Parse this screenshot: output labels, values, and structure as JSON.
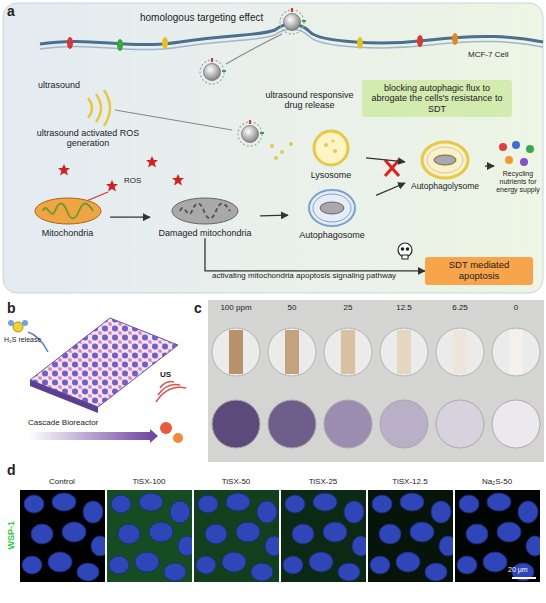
{
  "diagram": {
    "nodes": [
      {
        "text": [
          "Mitochondria"
        ]
      },
      {
        "text": [
          "Damaged mitochondria"
        ]
      },
      {
        "text": [
          "Lysosome"
        ]
      },
      {
        "text": [
          "Autophagosome"
        ]
      },
      {
        "text": [
          "Autophagolysome"
        ]
      },
      {
        "text": [
          "blocking autophagic flux to abrogate the cells's resistance to SDT"
        ]
      },
      {
        "text": [
          "Recycling nutrients for energy supply"
        ]
      },
      {
        "text": [
          "SDT mediated apoptosis"
        ]
      }
    ],
    "edges": [
      {
        "from": 0,
        "to": 1,
        "arrow": "to"
      },
      {
        "from": 1,
        "to": 3,
        "arrow": "to"
      },
      {
        "from": 2,
        "to": 4,
        "arrow": "to"
      },
      {
        "from": 3,
        "to": 4,
        "arrow": "to"
      },
      {
        "from": 4,
        "to": 6,
        "arrow": "to"
      },
      {
        "from": 1,
        "to": 7,
        "arrow": "to",
        "label": "activating mitochondria apoptosis signaling pathway"
      }
    ],
    "labels": [
      "a",
      "homologous targeting effect",
      "MCF-7 Cell",
      "ultrasound",
      "ultrasound activated ROS generation",
      "ultrasound responsive drug release",
      "ROS",
      "b",
      "H₂S release",
      "US",
      "Cascade Bioreactor",
      "c",
      "100 ppm",
      "50",
      "25",
      "12.5",
      "6.25",
      "0",
      "d",
      "Control",
      "TiSX-100",
      "TiSX-50",
      "TiSX-25",
      "TiSX-12.5",
      "Na₂S-50",
      "WSP-1",
      "20 μm"
    ]
  }
}
